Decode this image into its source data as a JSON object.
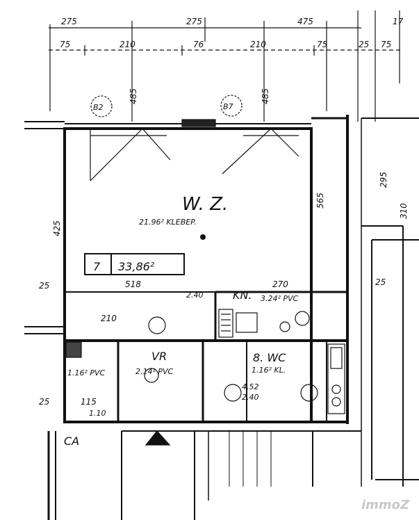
{
  "dimensions_top": [
    "275",
    "275",
    "475",
    "17",
    "75",
    "210",
    "76",
    "210",
    "75",
    "25",
    "75"
  ],
  "dimensions_side": [
    "485",
    "485",
    "425",
    "295",
    "565",
    "310",
    "25",
    "518",
    "270",
    "25",
    "25",
    "115",
    "210"
  ],
  "axis_markers": [
    "B2",
    "B7"
  ],
  "rooms": {
    "living": {
      "name": "W. Z.",
      "note": "21.96² KLEBEP.",
      "area_index": "7",
      "area_value": "33,86²"
    },
    "kitchen": {
      "name": "KN.",
      "note": "3.24² PVC"
    },
    "wc": {
      "name": "8. WC",
      "note": "1.16² KL."
    },
    "hall": {
      "name": "VR",
      "note": "2.14² PVC"
    },
    "bath": {
      "note": "1.16² PVC"
    },
    "stair": {
      "name": "CA"
    }
  },
  "misc_labels": [
    "2.40",
    "1.10",
    "4.52",
    "2.40"
  ],
  "watermark": "immoZ"
}
